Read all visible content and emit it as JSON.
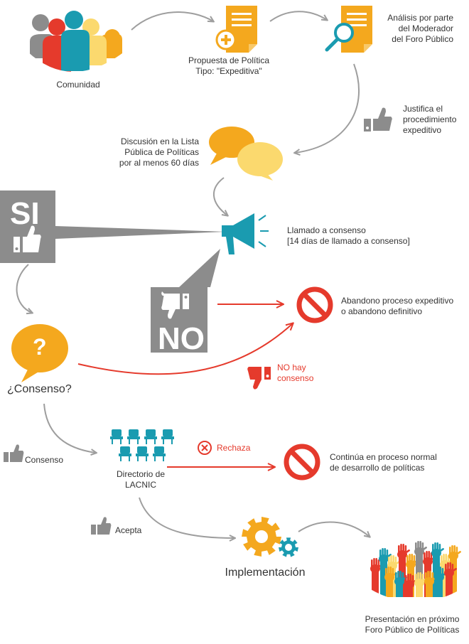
{
  "nodes": {
    "community": "Comunidad",
    "proposal": "Propuesta de Política\nTipo: \"Expeditiva\"",
    "analysis": "Análisis por parte\ndel Moderador\ndel Foro Público",
    "justify": "Justifica el\nprocedimiento\nexpeditivo",
    "discussion": "Discusión en la Lista\nPública de Políticas\npor al menos 60 días",
    "call": "Llamado a consenso\n[14 días de llamado a consenso]",
    "yes_box": "SI",
    "no_box": "NO",
    "abandon": "Abandono proceso expeditivo\no abandono definitivo",
    "no_consensus": "NO hay\nconsenso",
    "consensus_q": "¿Consenso?",
    "consensus_q_symbol": "?",
    "consensus": "Consenso",
    "board": "Directorio de\nLACNIC",
    "rejects": "Rechaza",
    "continue_normal": "Continúa en proceso normal\nde desarrollo de políticas",
    "accepts": "Acepta",
    "implementation": "Implementación",
    "presentation": "Presentación en próximo\nForo Público de Políticas"
  },
  "icons": {
    "community": "people-group-icon",
    "proposal": "document-add-icon",
    "analysis": "document-search-icon",
    "discussion": "speech-bubbles-icon",
    "call": "megaphone-icon",
    "abandon": "prohibited-icon",
    "board": "chairs-icon",
    "implementation": "gears-icon",
    "presentation": "raised-hands-icon"
  },
  "colors": {
    "orange": "#f4a81e",
    "yellow": "#fbd96e",
    "teal": "#1a9bb0",
    "red": "#e53a2c",
    "gray": "#8c8c8c",
    "arrow": "#9e9e9e"
  }
}
